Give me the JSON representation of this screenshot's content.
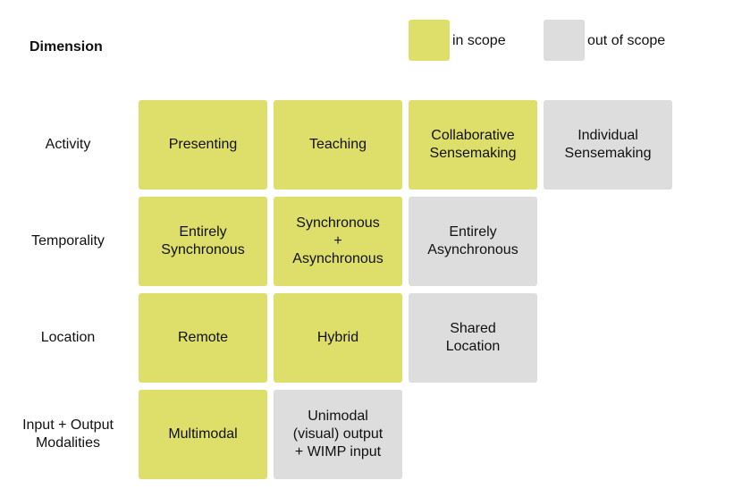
{
  "colors": {
    "in_scope": "#dede6b",
    "out_of_scope": "#dddddd"
  },
  "header": {
    "title": "Dimension"
  },
  "legend": {
    "in_scope_label": "in scope",
    "out_of_scope_label": "out of scope"
  },
  "rows": [
    {
      "label": "Activity",
      "cells": [
        {
          "text": "Presenting",
          "scope": "in"
        },
        {
          "text": "Teaching",
          "scope": "in"
        },
        {
          "text": "Collaborative\nSensemaking",
          "scope": "in"
        },
        {
          "text": "Individual\nSensemaking",
          "scope": "out"
        }
      ]
    },
    {
      "label": "Temporality",
      "cells": [
        {
          "text": "Entirely\nSynchronous",
          "scope": "in"
        },
        {
          "text": "Synchronous\n+\nAsynchronous",
          "scope": "in"
        },
        {
          "text": "Entirely\nAsynchronous",
          "scope": "out"
        }
      ]
    },
    {
      "label": "Location",
      "cells": [
        {
          "text": "Remote",
          "scope": "in"
        },
        {
          "text": "Hybrid",
          "scope": "in"
        },
        {
          "text": "Shared\nLocation",
          "scope": "out"
        }
      ]
    },
    {
      "label": "Input + Output\nModalities",
      "cells": [
        {
          "text": "Multimodal",
          "scope": "in"
        },
        {
          "text": "Unimodal\n(visual) output\n+ WIMP input",
          "scope": "out"
        }
      ]
    }
  ]
}
